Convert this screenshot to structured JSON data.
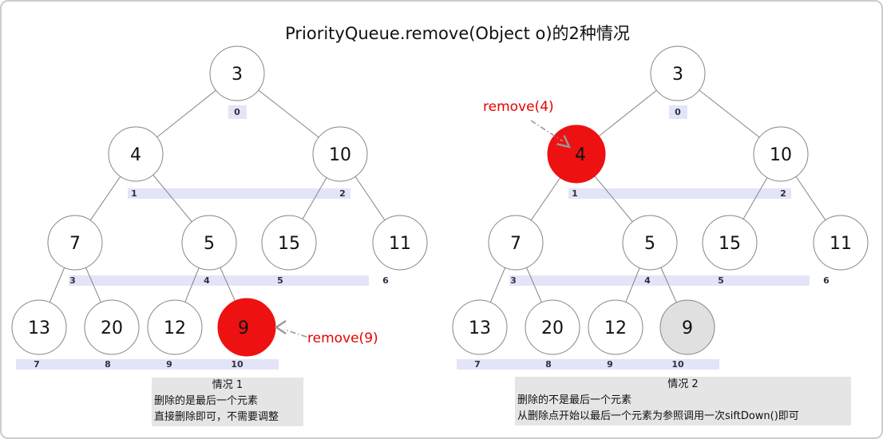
{
  "title": "PriorityQueue.remove(Object o)的2种情况",
  "colors": {
    "highlight_red": "#ee1111",
    "removed_gray": "#e0e0e0",
    "index_band_lavender": "#e4e4f8",
    "edge_gray": "#858585",
    "remove_label_red": "#e60000",
    "caption_bg": "#e5e5e5"
  },
  "left_tree": {
    "remove_label": "remove(9)",
    "nodes": [
      {
        "value": "3",
        "index": "0"
      },
      {
        "value": "4",
        "index": "1"
      },
      {
        "value": "10",
        "index": "2"
      },
      {
        "value": "7",
        "index": "3"
      },
      {
        "value": "5",
        "index": "4"
      },
      {
        "value": "15",
        "index": "5"
      },
      {
        "value": "11",
        "index": "6"
      },
      {
        "value": "13",
        "index": "7"
      },
      {
        "value": "20",
        "index": "8"
      },
      {
        "value": "12",
        "index": "9"
      },
      {
        "value": "9",
        "index": "10"
      }
    ],
    "caption": {
      "heading": "情况 1",
      "line1": "删除的是最后一个元素",
      "line2": "直接删除即可，不需要调整"
    }
  },
  "right_tree": {
    "remove_label": "remove(4)",
    "nodes": [
      {
        "value": "3",
        "index": "0"
      },
      {
        "value": "4",
        "index": "1"
      },
      {
        "value": "10",
        "index": "2"
      },
      {
        "value": "7",
        "index": "3"
      },
      {
        "value": "5",
        "index": "4"
      },
      {
        "value": "15",
        "index": "5"
      },
      {
        "value": "11",
        "index": "6"
      },
      {
        "value": "13",
        "index": "7"
      },
      {
        "value": "20",
        "index": "8"
      },
      {
        "value": "12",
        "index": "9"
      },
      {
        "value": "9",
        "index": "10"
      }
    ],
    "caption": {
      "heading": "情况 2",
      "line1": "删除的不是最后一个元素",
      "line2": "从删除点开始以最后一个元素为参照调用一次siftDown()即可"
    }
  }
}
